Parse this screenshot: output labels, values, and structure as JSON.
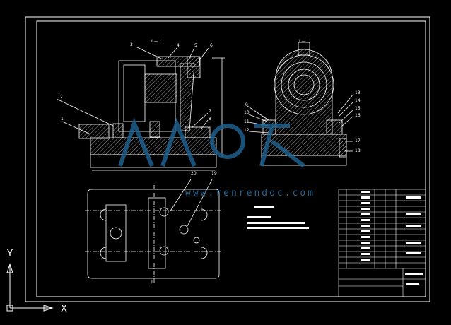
{
  "drawing": {
    "views": [
      {
        "name": "front-section",
        "heading": "I — I"
      },
      {
        "name": "side-section",
        "heading": "I — I"
      },
      {
        "name": "plan-view",
        "heading": "I"
      }
    ],
    "part_numbers_left": [
      "1",
      "2",
      "3",
      "4",
      "5",
      "6",
      "7",
      "8"
    ],
    "part_numbers_right": [
      "9",
      "10",
      "11",
      "12",
      "13",
      "14",
      "15",
      "16",
      "17",
      "18"
    ],
    "part_numbers_plan": [
      "20",
      "19"
    ]
  },
  "watermark": {
    "url": "www.renrendoc.com",
    "brand_color": "#2a6fa0"
  },
  "ucs": {
    "x_label": "X",
    "y_label": "Y"
  },
  "colors": {
    "background": "#000000",
    "linework": "#ffffff",
    "watermark": "#1e5f8c"
  }
}
